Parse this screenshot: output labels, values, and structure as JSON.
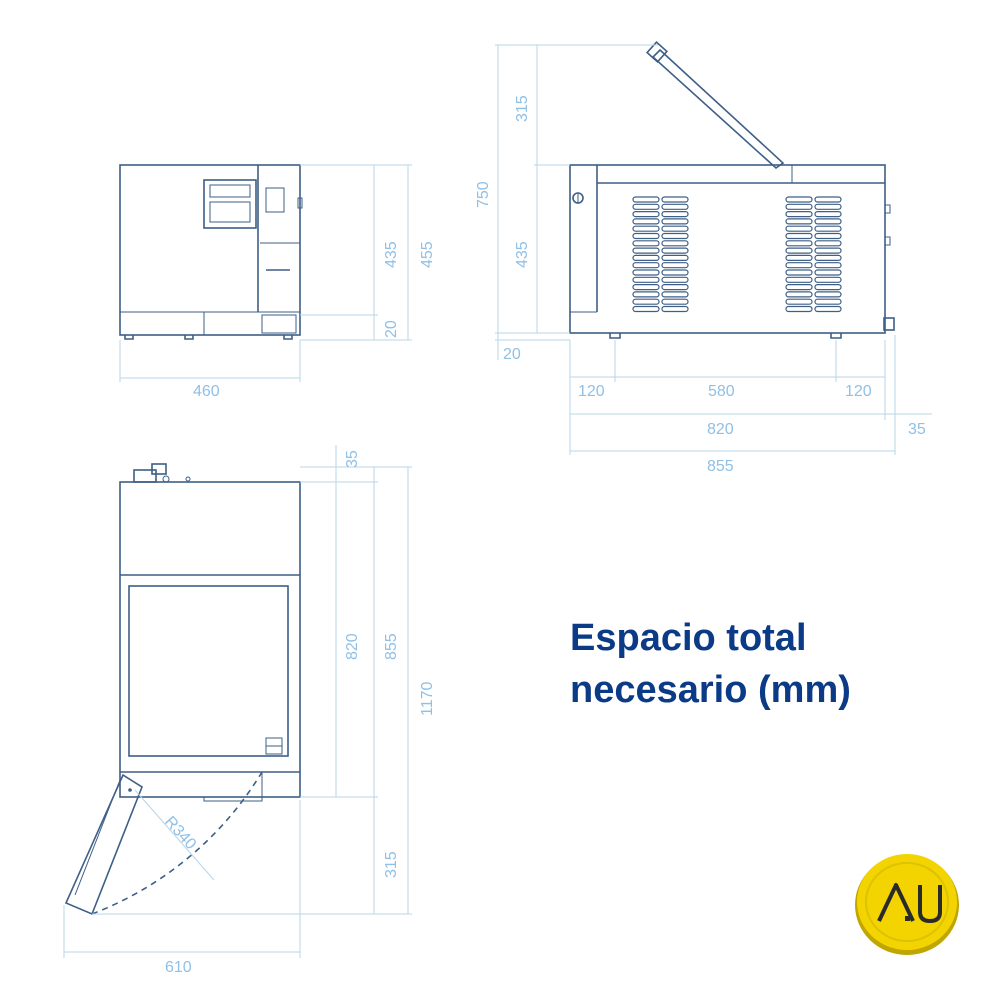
{
  "heading": {
    "line1": "Espacio total",
    "line2": "necesario (mm)"
  },
  "front_view": {
    "dims": {
      "width": "460",
      "body_height": "435",
      "total_height": "455",
      "feet": "20"
    }
  },
  "side_view": {
    "dims": {
      "lid_open": "315",
      "total_height": "750",
      "body_height": "435",
      "feet": "20",
      "front_clearance": "120",
      "feet_span": "580",
      "rear_clearance": "120",
      "depth": "820",
      "rear_extra": "35",
      "total_depth": "855"
    }
  },
  "top_view": {
    "dims": {
      "top_extra": "35",
      "depth": "820",
      "total_depth": "855",
      "total_length": "1170",
      "door_swing": "315",
      "door_radius": "R340",
      "total_width": "610"
    }
  },
  "logo": {
    "text": "AU",
    "color": "#f3d400"
  }
}
